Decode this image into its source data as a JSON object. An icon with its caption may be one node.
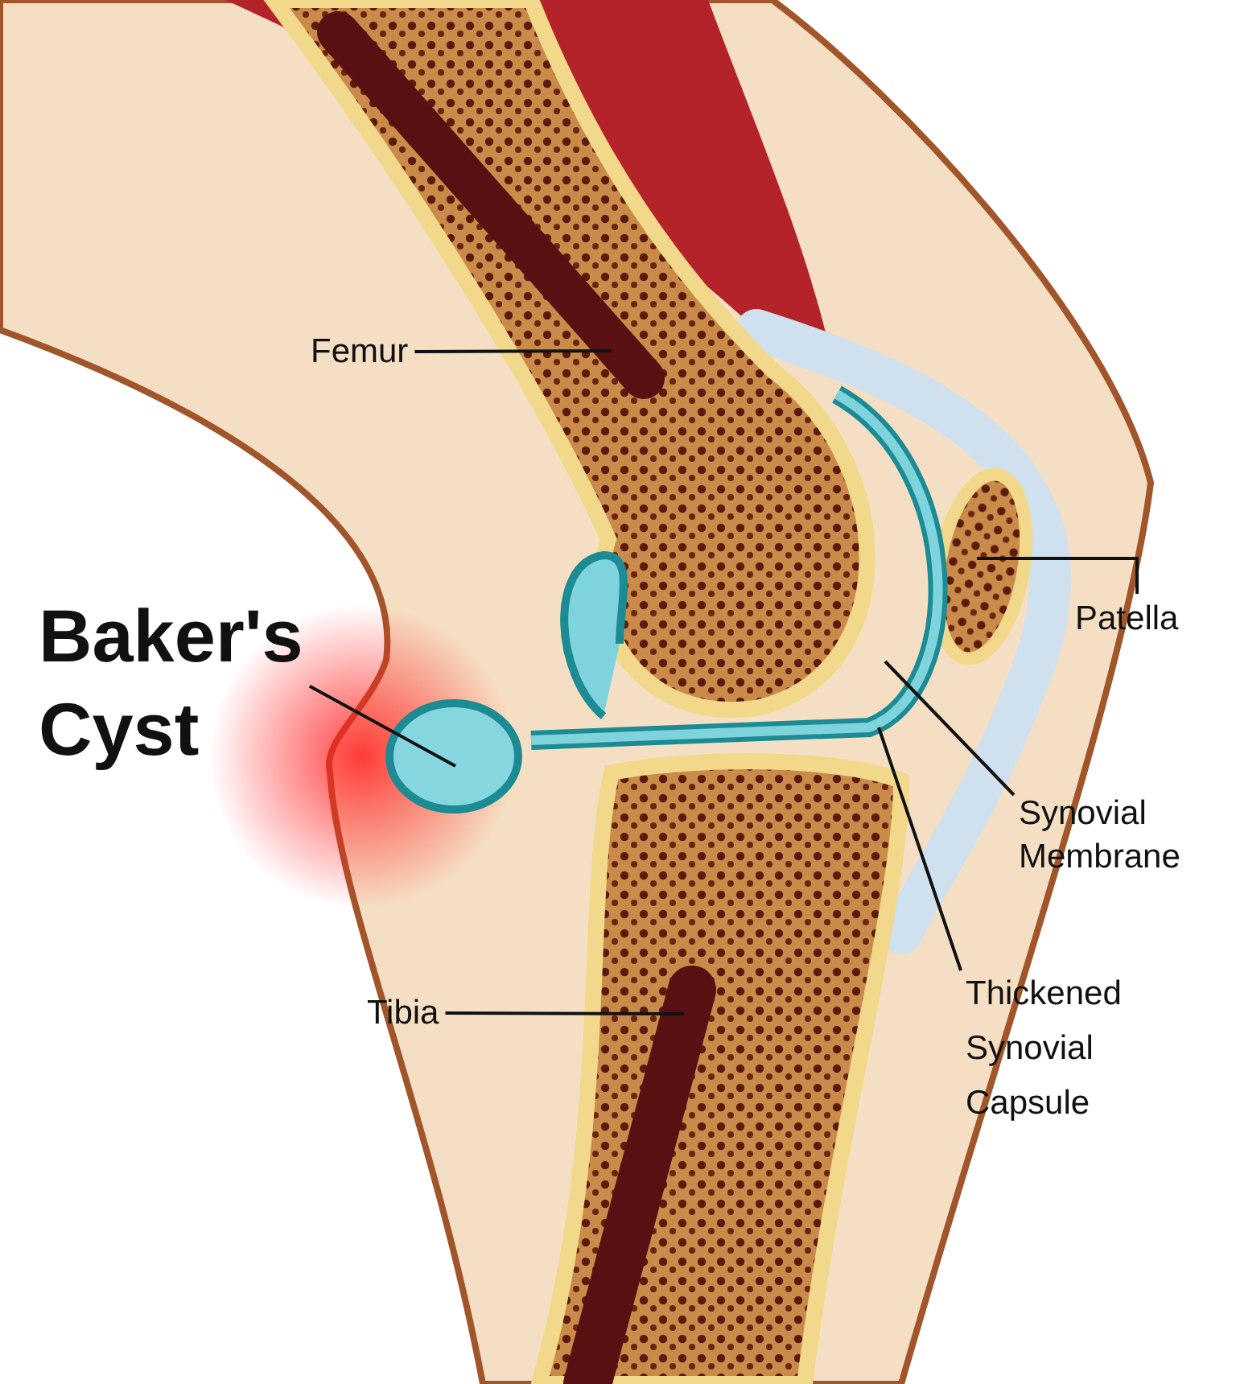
{
  "diagram": {
    "nodes": [
      {
        "text": [
          "Femur"
        ]
      },
      {
        "text": [
          "Patella"
        ]
      },
      {
        "text": [
          "Baker's Cyst"
        ]
      },
      {
        "text": [
          "Synovial Membrane"
        ]
      },
      {
        "text": [
          "Tibia"
        ]
      },
      {
        "text": [
          "Thickened Synovial Capsule"
        ]
      }
    ],
    "edges": [
      {
        "from": 0,
        "to": null,
        "arrow": "none"
      },
      {
        "from": 1,
        "to": null,
        "arrow": "none"
      },
      {
        "from": 2,
        "to": null,
        "arrow": "none"
      },
      {
        "from": 3,
        "to": null,
        "arrow": "none"
      },
      {
        "from": 4,
        "to": null,
        "arrow": "none"
      },
      {
        "from": 5,
        "to": null,
        "arrow": "none"
      }
    ]
  }
}
